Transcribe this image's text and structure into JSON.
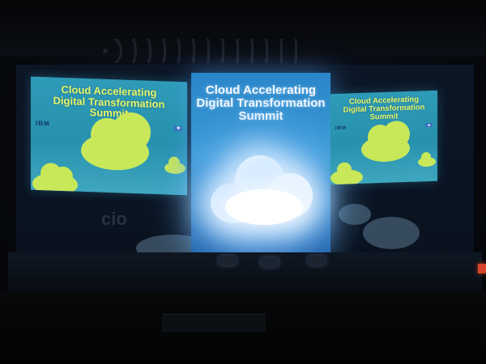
{
  "event": {
    "title": "Cloud Accelerating Digital Transformation Summit",
    "title_lines": [
      "Cloud Accelerating",
      "Digital Transformation",
      "Summit"
    ]
  },
  "logos": {
    "ibm": "IBM",
    "cio": "cio"
  },
  "colors": {
    "screen_blue": "#2e9bb8",
    "title_yellow": "#e8f76a",
    "cloud_green": "#c8e85a",
    "center_title": "#f4f8ff"
  },
  "icons": [
    "cloud-icon",
    "ibm-logo",
    "cio-logo"
  ]
}
